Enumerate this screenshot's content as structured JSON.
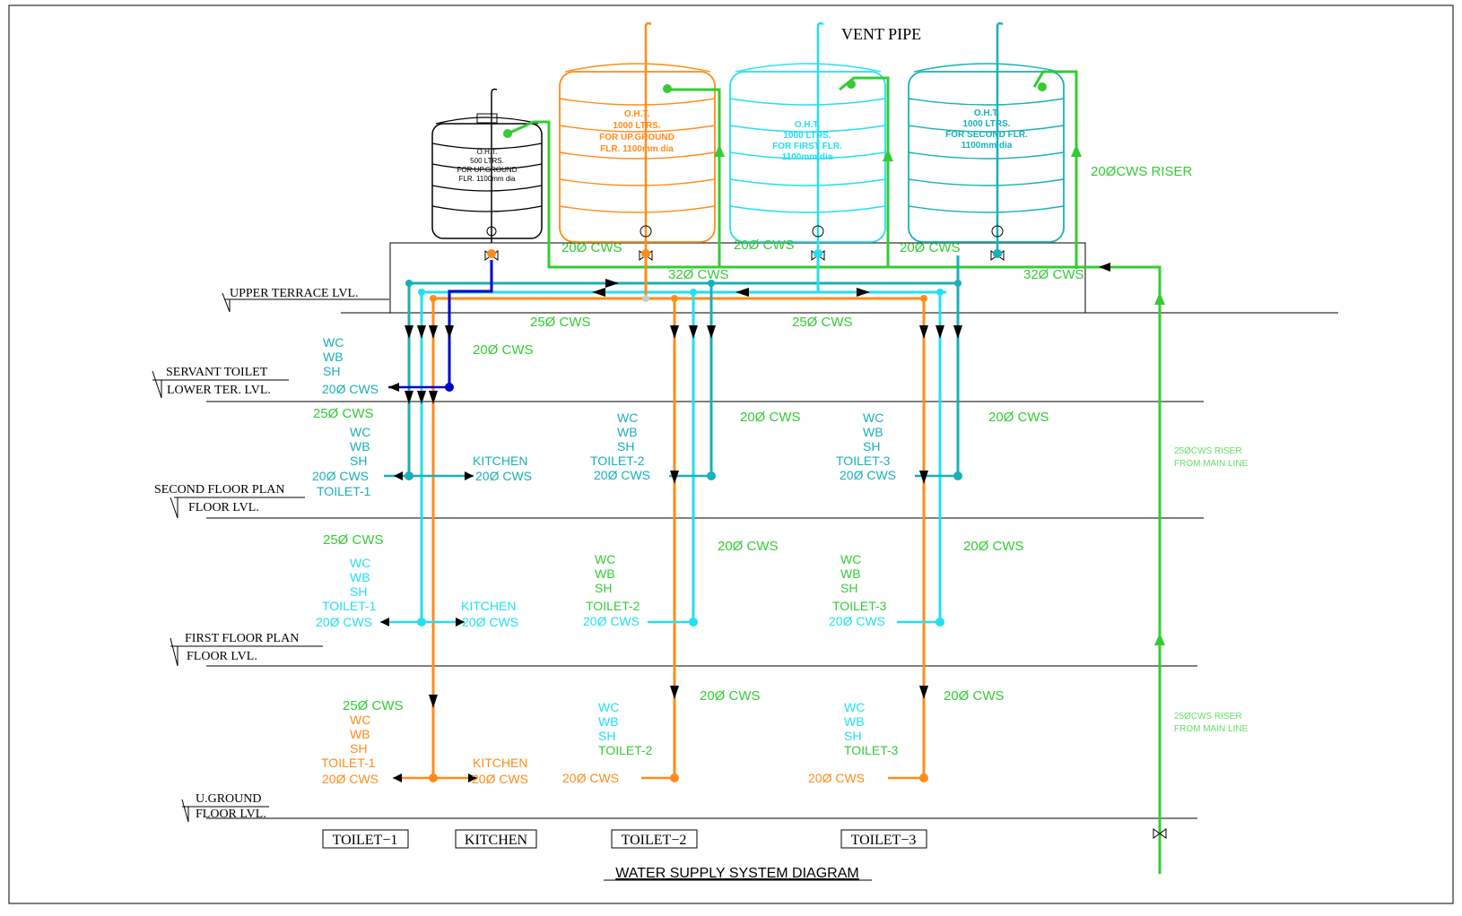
{
  "title": "WATER SUPPLY SYSTEM DIAGRAM",
  "colors": {
    "green": "#33cc33",
    "lightgreen": "#66dd66",
    "orange": "#ff8c1a",
    "cyan": "#22e0f0",
    "teal": "#18b0b8",
    "blue": "#0000cc",
    "black": "#000000"
  },
  "vent_label": "VENT PIPE",
  "tanks": {
    "t500": [
      "O.H.T.",
      "500 LTRS.",
      "FOR UP.GROUND",
      "FLR. 1100mm dia"
    ],
    "t1": [
      "O.H.T.",
      "1000 LTRS.",
      "FOR UP.GROUND",
      "FLR. 1100mm dia"
    ],
    "t2": [
      "O.H.T.",
      "1000 LTRS.",
      "FOR FIRST FLR.",
      "1100mm dia"
    ],
    "t3": [
      "O.H.T.",
      "1000 LTRS.",
      "FOR SECOND FLR.",
      "1100mm dia"
    ]
  },
  "levels": {
    "upper_terrace": "UPPER TERRACE LVL.",
    "servant_toilet": "SERVANT TOILET",
    "lower_ter": "LOWER TER. LVL.",
    "second_floor": "SECOND FLOOR PLAN",
    "floor_lvl": "FLOOR LVL.",
    "first_floor": "FIRST FLOOR PLAN",
    "ug": "U.GROUND"
  },
  "pipes": {
    "cws20": "20Ø CWS",
    "cws25": "25Ø CWS",
    "cws32": "32Ø CWS",
    "riser20": "20ØCWS RISER",
    "riser25_a": "25ØCWS RISER",
    "riser25_b": "FROM MAIN LINE"
  },
  "fixtures": {
    "wc": "WC",
    "wb": "WB",
    "sh": "SH",
    "toilet1": "TOILET-1",
    "toilet2": "TOILET-2",
    "toilet3": "TOILET-3",
    "kitchen": "KITCHEN"
  },
  "bottom_labels": [
    "TOILET−1",
    "KITCHEN",
    "TOILET−2",
    "TOILET−3"
  ]
}
